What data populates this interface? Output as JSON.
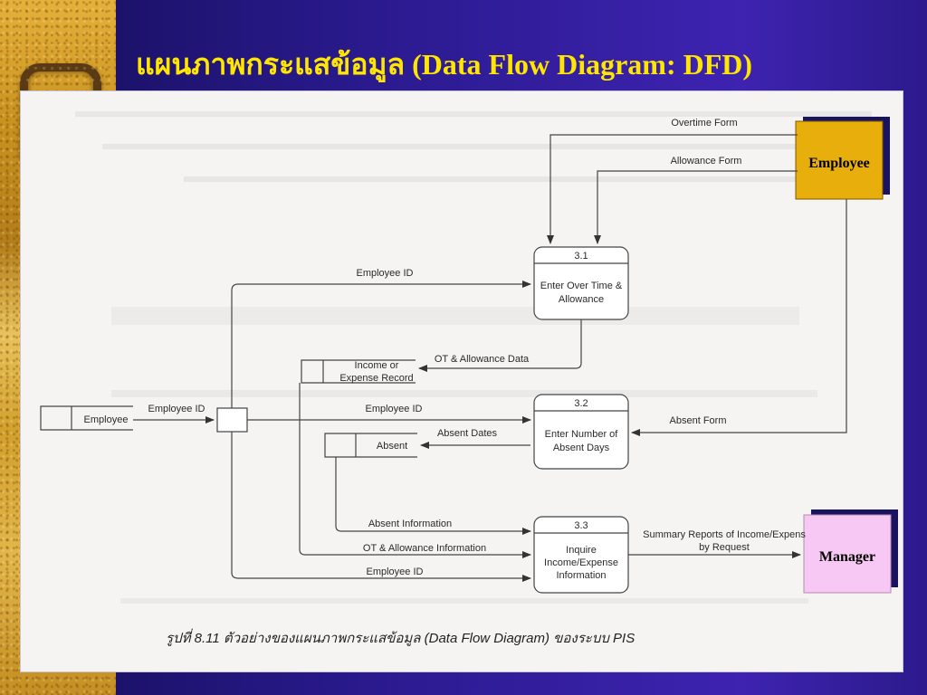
{
  "slide": {
    "title": "แผนภาพกระแสข้อมูล (Data Flow Diagram: DFD)"
  },
  "external_entities": {
    "employee_box": "Employee",
    "manager_box": "Manager",
    "employee_source": "Employee"
  },
  "processes": [
    {
      "id": "3.1",
      "lines": [
        "Enter Over Time &",
        "Allowance"
      ]
    },
    {
      "id": "3.2",
      "lines": [
        "Enter Number of",
        "Absent Days"
      ]
    },
    {
      "id": "3.3",
      "lines": [
        "Inquire",
        "Income/Expense",
        "Information"
      ]
    }
  ],
  "data_stores": {
    "income_record": [
      "Income or",
      "Expense Record"
    ],
    "absent": "Absent"
  },
  "flows": {
    "overtime_form": "Overtime Form",
    "allowance_form": "Allowance Form",
    "employee_id_top": "Employee ID",
    "ot_allowance_data": "OT & Allowance Data",
    "employee_id_source": "Employee ID",
    "employee_id_mid": "Employee ID",
    "absent_form": "Absent Form",
    "absent_dates": "Absent Dates",
    "absent_information": "Absent Information",
    "ot_allowance_information": "OT & Allowance Information",
    "employee_id_bottom": "Employee ID",
    "summary_reports": [
      "Summary Reports of Income/Expens",
      "by Request"
    ]
  },
  "caption": "รูปที่ 8.11 ตัวอย่างของแผนภาพกระแสข้อมูล (Data Flow Diagram) ของระบบ PIS",
  "colors": {
    "title": "#ffe600",
    "employee_box": "#e8ae0c",
    "manager_box": "#f7c8f4",
    "background": "#2a1a8e"
  }
}
